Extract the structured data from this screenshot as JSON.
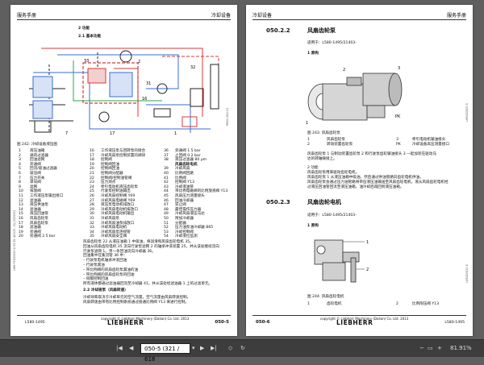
{
  "left_page": {
    "header_left": "服务手册",
    "header_right": "冷却设备",
    "section": "2 功能",
    "subsection": "2.1 基本功能",
    "diagram_labels": [
      "33",
      "32",
      "31",
      "16",
      "2",
      "7",
      "17",
      "1"
    ],
    "figure_caption": "图 242: 冷却设备液压图",
    "side_code": "RB01-050-10",
    "vertical_code": "LMH P1500000 4 V3 Z1 42005 - DI_0020001",
    "legend_col1": [
      [
        "1",
        "液压油箱"
      ],
      [
        "2",
        "通风过滤器"
      ],
      [
        "3",
        "回油滤网"
      ],
      [
        "4",
        "旁通阀"
      ],
      [
        "5",
        "回流/吸油过滤器"
      ],
      [
        "6",
        "吸压阀"
      ],
      [
        "7",
        "压力开关"
      ],
      [
        "8",
        "单向阀"
      ],
      [
        "9",
        "滤网"
      ],
      [
        "10",
        "排放阀"
      ],
      [
        "11",
        "工作液压泵输出接口"
      ],
      [
        "12",
        "滤油器"
      ],
      [
        "13",
        "液压供油泵"
      ],
      [
        "14",
        "滤油器"
      ],
      [
        "15",
        "液压回油管"
      ],
      [
        "16",
        "风扇齿轮泵"
      ],
      [
        "17",
        "风扇齿轮泵"
      ],
      [
        "18",
        "滤油器"
      ],
      [
        "19",
        "旁通阀"
      ],
      [
        "20",
        "旁通阀 2.5 bar"
      ]
    ],
    "legend_col2": [
      [
        "16",
        "工作液压泵与回转泵的接合"
      ],
      [
        "17",
        "冷却风扇泵控制装置的阀块"
      ],
      [
        "18",
        "控制阀"
      ],
      [
        "19",
        "控制阀回油"
      ],
      [
        "20",
        "控制阀回油"
      ],
      [
        "21",
        "控制阀分配器"
      ],
      [
        "22",
        "控制阀/控制油管阀"
      ],
      [
        "23",
        "压力测点"
      ],
      [
        "24",
        "牵引电动机液压齿轮泵"
      ],
      [
        "25",
        "行驶泵控制油输出"
      ],
      [
        "26",
        "冷却风扇控制阀 Y69"
      ],
      [
        "27",
        "冷却风扇电磁阀 Y69"
      ],
      [
        "28",
        "液压泵电动机排放口"
      ],
      [
        "29",
        "冷却风扇电动机排放口"
      ],
      [
        "30",
        "冷却风扇电动机输出"
      ],
      [
        "31",
        "冷却风扇泵"
      ],
      [
        "32",
        "冷却风扇油泵排放口"
      ],
      [
        "33",
        "冷却风扇电动机"
      ],
      [
        "34",
        "冷却风扇泵连接管"
      ],
      [
        "35",
        "冷却风扇安全阀"
      ]
    ],
    "legend_col3": [
      [
        "36",
        "旁通阀 1.5 bar"
      ],
      [
        "37",
        "止回阀 0.2 bar"
      ],
      [
        "38",
        "液压过滤器 80 µm"
      ],
      [
        "",
        "风扇齿轮电机"
      ],
      [
        "39",
        "冷却风扇"
      ],
      [
        "40",
        "比例阀回路"
      ],
      [
        "41",
        "比例阀"
      ],
      [
        "42",
        "控制阀 Y13"
      ],
      [
        "43",
        "冷却液油管"
      ],
      [
        "44",
        "带比例电磁阀的比例放液阀 Y13"
      ],
      [
        "45",
        "风扇压力测量接头"
      ],
      [
        "46",
        "回油冷却器"
      ],
      [
        "47",
        "逆止阀"
      ],
      [
        "48",
        "最佳操作压力器"
      ],
      [
        "49",
        "冷却风扇液压马达"
      ],
      [
        "50",
        "附加冷却器"
      ],
      [
        "51",
        "分配器"
      ],
      [
        "52",
        "压力油泵油冷却器 B65"
      ],
      [
        "53",
        "冷却控制阀"
      ],
      [
        "54",
        "冷却液位监测"
      ]
    ],
    "paragraphs": [
      "风扇齿轮泵 22 从液压油箱 1 中吸油，将润滑和风扇齿轮电机 35。",
      "回油从风扇齿轮电机 35 流向行驶泵滤网 2 的轴承冲洗装置 25，并从该处继续流向",
      "行驶泵滤网 1。另一条回油流向冷却器 36。",
      "回油集中在集流管 36 中：",
      "–  行驶泵电机轴承冲洗回油",
      "–  行驶泵漏油",
      "–  带比例阀的风扇齿轮泵漏油的油",
      "–  带比例阀的风扇齿轮泵的回油",
      "–  伺服控制回油",
      "所有液体都通过滤油器回流至冷却器 41，并从该处经滤油器 1 上的过滤单元。"
    ],
    "subsection2": "2.2 冷却液泵（风扇转速）",
    "paragraphs2": [
      "冷却效率取决于冷却单元的空气流量。空气流量由风扇转速控制。",
      "风扇转速由带有比例控制系统通过接通比例阀 Y13 来进行控制。"
    ],
    "copyright": "copyright © Liebherr Machinery (Dalian) Co. Ltd. 2013",
    "brand": "LIEBHERR",
    "footer_left": "L580-1495",
    "footer_right": "050-5"
  },
  "right_page": {
    "header_left": "冷却设备",
    "header_right": "服务手册",
    "sec1_num": "050.2.2",
    "sec1_title": "风扇齿轮泵",
    "sec1_applies": "适用于：L580-1495/21403-",
    "sec1_label": "1 原构",
    "fig1_callouts": [
      "1",
      "2",
      "3",
      "PK"
    ],
    "fig1_caption": "图 243: 风扇齿轮泵",
    "fig1_code": "LH5020500 5",
    "fig1_legend": [
      [
        "1",
        "风扇齿轮泵",
        "3",
        "牵引电动机输油接头"
      ],
      [
        "2",
        "转动装置齿轮泵",
        "PK",
        "冷却设备高压测量接口"
      ]
    ],
    "sec1_text": [
      "风扇齿轮泵 1 与制动装置齿轮泵 2 和行驶泵齿轮输油接头 3 一起加装在驱动马",
      "达的转轴联接上。",
      "",
      "2 功能",
      "风扇齿轮泵用来驱动齿轮电机。",
      "风扇齿轮泵 1 从液压油箱中吸油，然后通过供油管路向齿轮电机供油。",
      "风扇齿轮泵会通过压力油管路将带压液压油输送至风扇齿轮电机，液从风扇齿轮电机经",
      "过液压回油管回流至液压油箱，油冷却后再回到液压油箱。"
    ],
    "sec2_num": "050.2.3",
    "sec2_title": "风扇齿轮电机",
    "sec2_applies": "适用于：L580-1495/21403-",
    "sec2_label": "1 原构",
    "fig2_callouts": [
      "1",
      "2"
    ],
    "fig2_caption": "图 244: 风扇齿轮电机",
    "fig2_code": "LH5020510 5",
    "fig2_legend": [
      [
        "1",
        "齿轮电机",
        "2",
        "比例限压阀 Y13"
      ]
    ],
    "copyright": "copyright © Liebherr Machinery (Dalian) Co. Ltd. 2013",
    "brand": "LIEBHERR",
    "footer_left": "050-6",
    "footer_right": "L580-1495"
  },
  "toolbar": {
    "page_field": "050-5 (321 / 618",
    "zoom": "81.91%"
  }
}
